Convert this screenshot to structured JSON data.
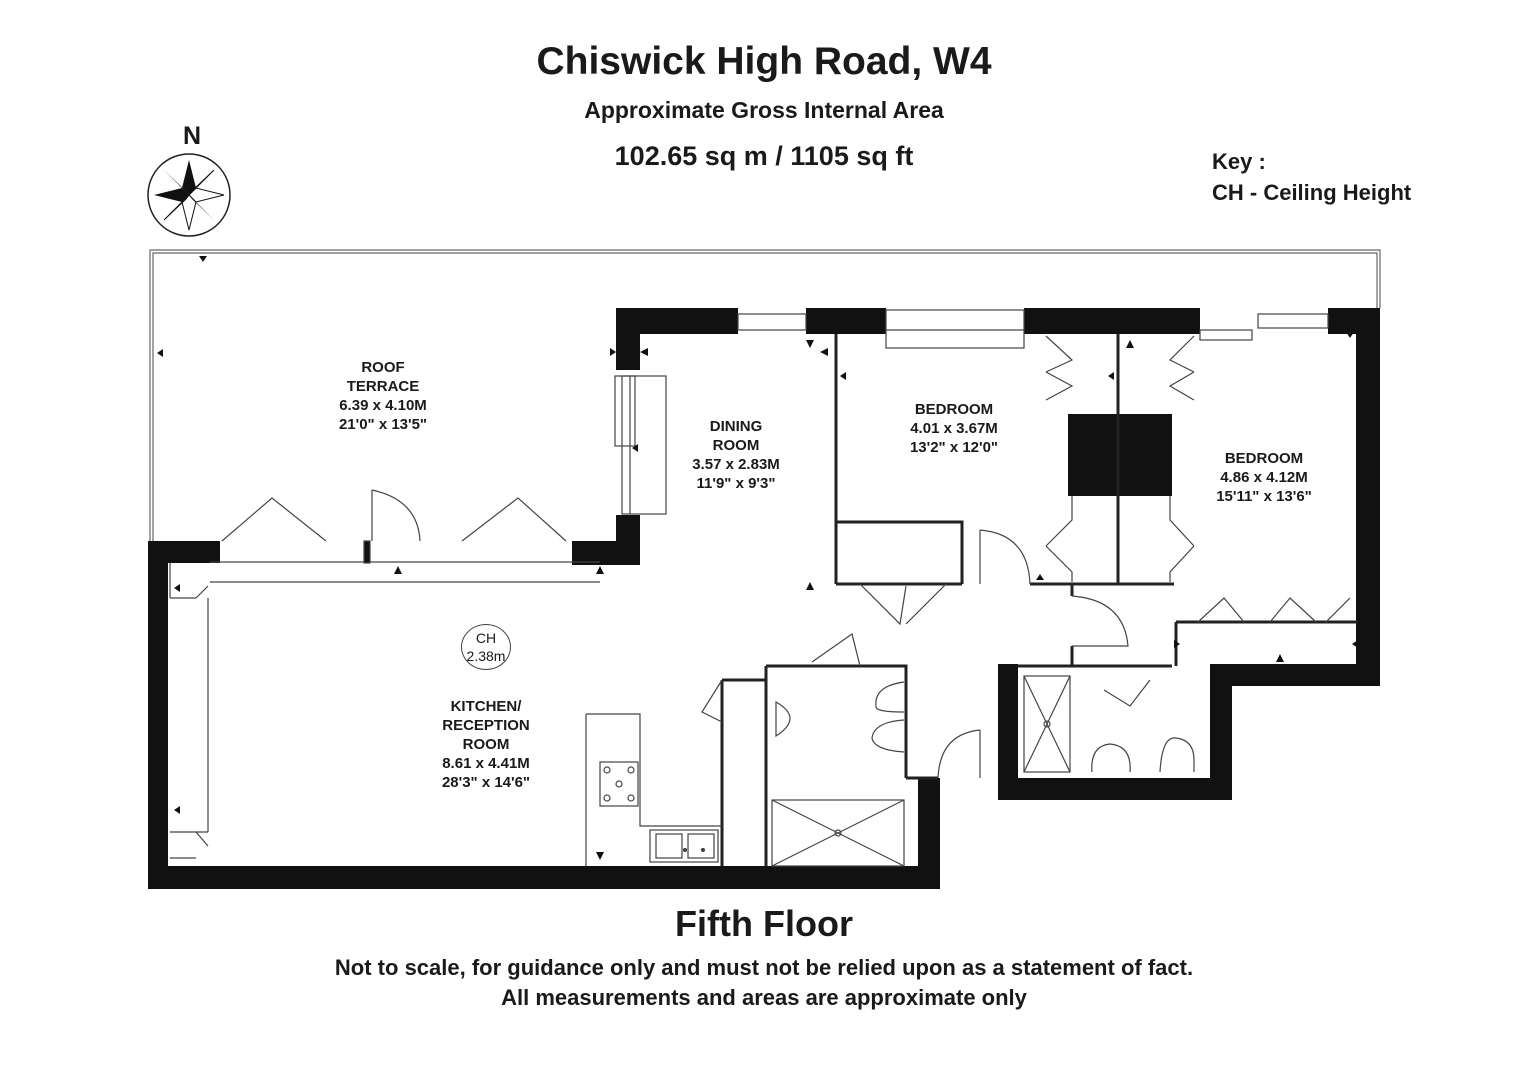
{
  "header": {
    "title": "Chiswick High Road, W4",
    "subtitle": "Approximate Gross Internal Area",
    "area": "102.65 sq m /  1105 sq ft"
  },
  "key": {
    "heading": "Key :",
    "entry": "CH - Ceiling Height"
  },
  "compass": {
    "label": "N"
  },
  "rooms": {
    "roof_terrace": {
      "name_line1": "ROOF",
      "name_line2": "TERRACE",
      "metric": "6.39 x 4.10M",
      "imperial": "21'0\" x 13'5\""
    },
    "dining": {
      "name_line1": "DINING",
      "name_line2": "ROOM",
      "metric": "3.57 x 2.83M",
      "imperial": "11'9\" x 9'3\""
    },
    "bedroom1": {
      "name": "BEDROOM",
      "metric": "4.01 x 3.67M",
      "imperial": "13'2\" x 12'0\""
    },
    "bedroom2": {
      "name": "BEDROOM",
      "metric": "4.86 x 4.12M",
      "imperial": "15'11\" x 13'6\""
    },
    "kitchen": {
      "name_line1": "KITCHEN/",
      "name_line2": "RECEPTION",
      "name_line3": "ROOM",
      "metric": "8.61 x 4.41M",
      "imperial": "28'3\" x 14'6\""
    }
  },
  "ceiling_marker": {
    "label": "CH",
    "value": "2.38m"
  },
  "footer": {
    "floor": "Fifth Floor",
    "disclaimer1": "Not to scale, for guidance only and must not be relied upon as a statement of fact.",
    "disclaimer2": "All measurements and areas are approximate only"
  },
  "colors": {
    "wall": "#111111",
    "line": "#333333",
    "background": "#ffffff"
  }
}
